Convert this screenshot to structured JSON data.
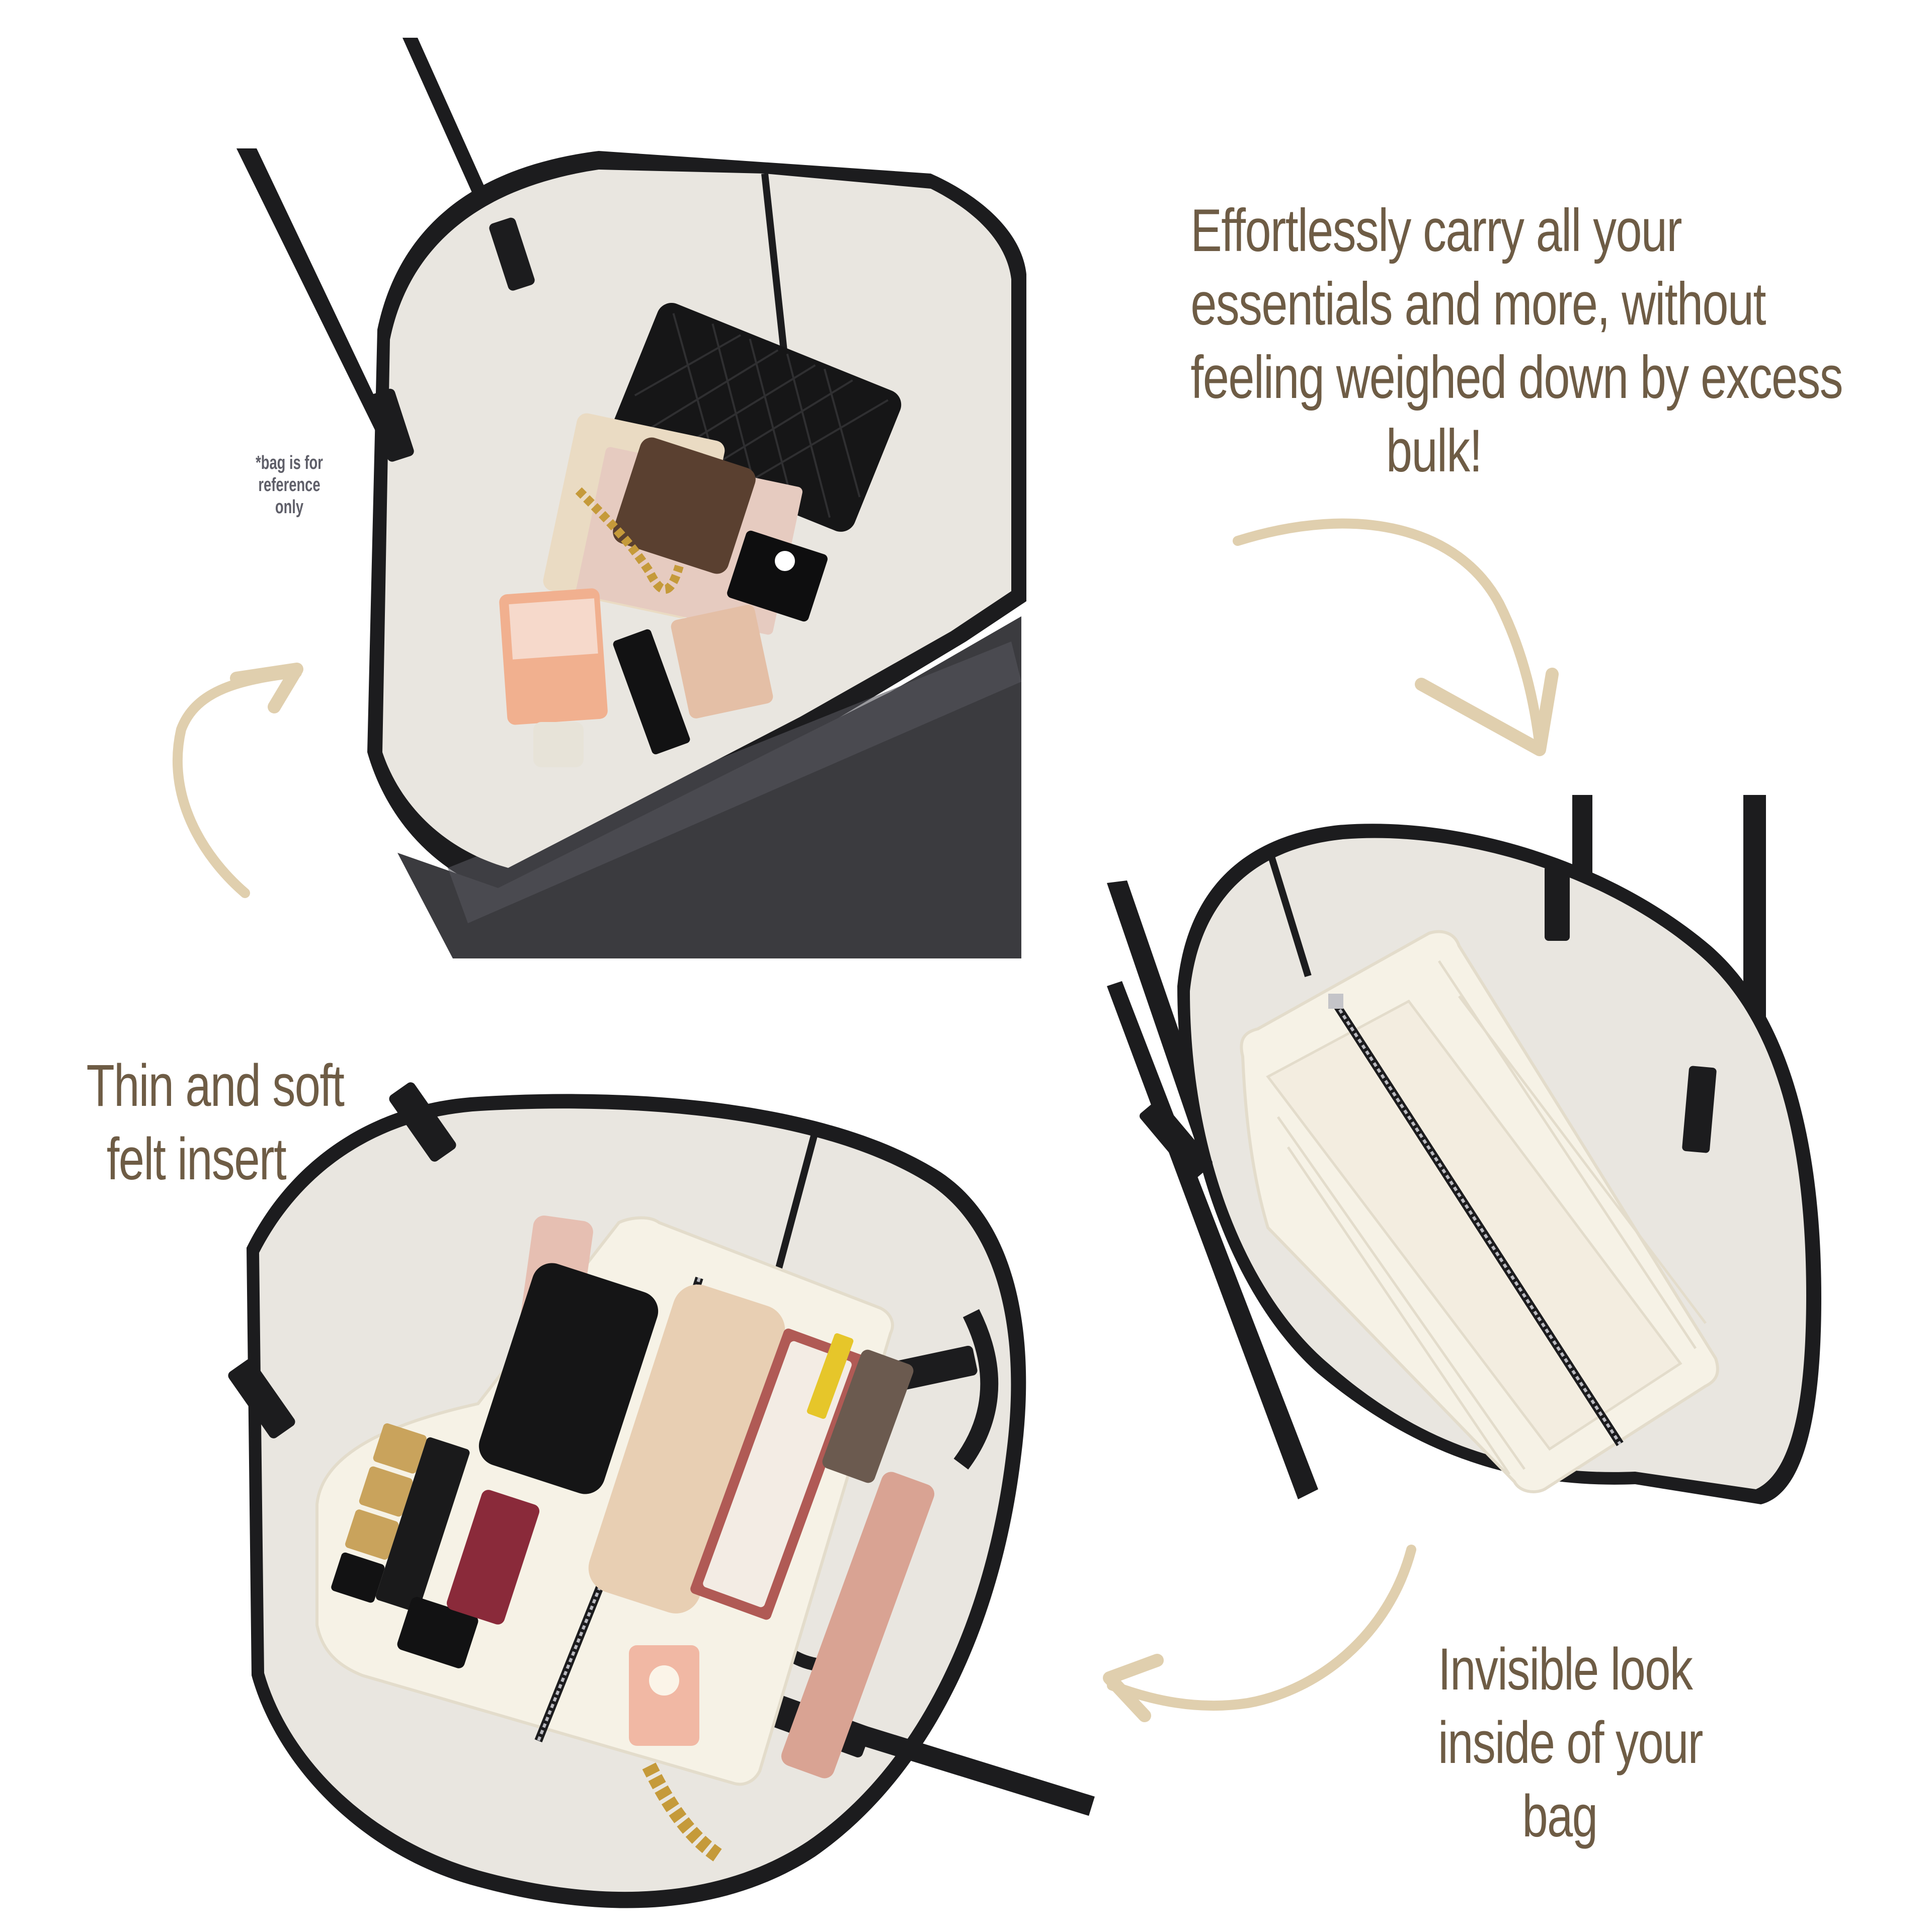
{
  "captions": {
    "top_right": {
      "lines": [
        "Effortlessly carry all your",
        "essentials and more, without",
        "feeling weighed down by excess",
        "bulk!"
      ]
    },
    "left": {
      "lines": [
        "Thin and soft",
        "felt insert"
      ]
    },
    "bottom_right": {
      "lines": [
        "Invisible look",
        "inside of your",
        "bag"
      ]
    }
  },
  "disclaimer": {
    "lines": [
      "*bag is for",
      "reference",
      "only"
    ]
  },
  "photos": [
    {
      "id": "bag-without-insert",
      "description": "Canvas tote bag viewed from above with loose items: quilted black wallet, monogram card case, perfume bottle, gold chain, compact, lipstick"
    },
    {
      "id": "empty-insert-in-bag",
      "description": "Cream felt organizer insert with center zipper pocket inside tote"
    },
    {
      "id": "filled-insert-in-bag",
      "description": "Felt insert organizing phone, lipsticks, compact, wallet, sequin pouch, perfume and chain"
    }
  ],
  "colors": {
    "caption_text": "#6e5c45",
    "disclaimer_text": "#5f5f69",
    "arrow": "#e0cfae",
    "canvas_lining": "#e9e6e0",
    "leather_trim": "#1c1c1e",
    "felt": "#f6f2e6",
    "background": "#ffffff"
  }
}
